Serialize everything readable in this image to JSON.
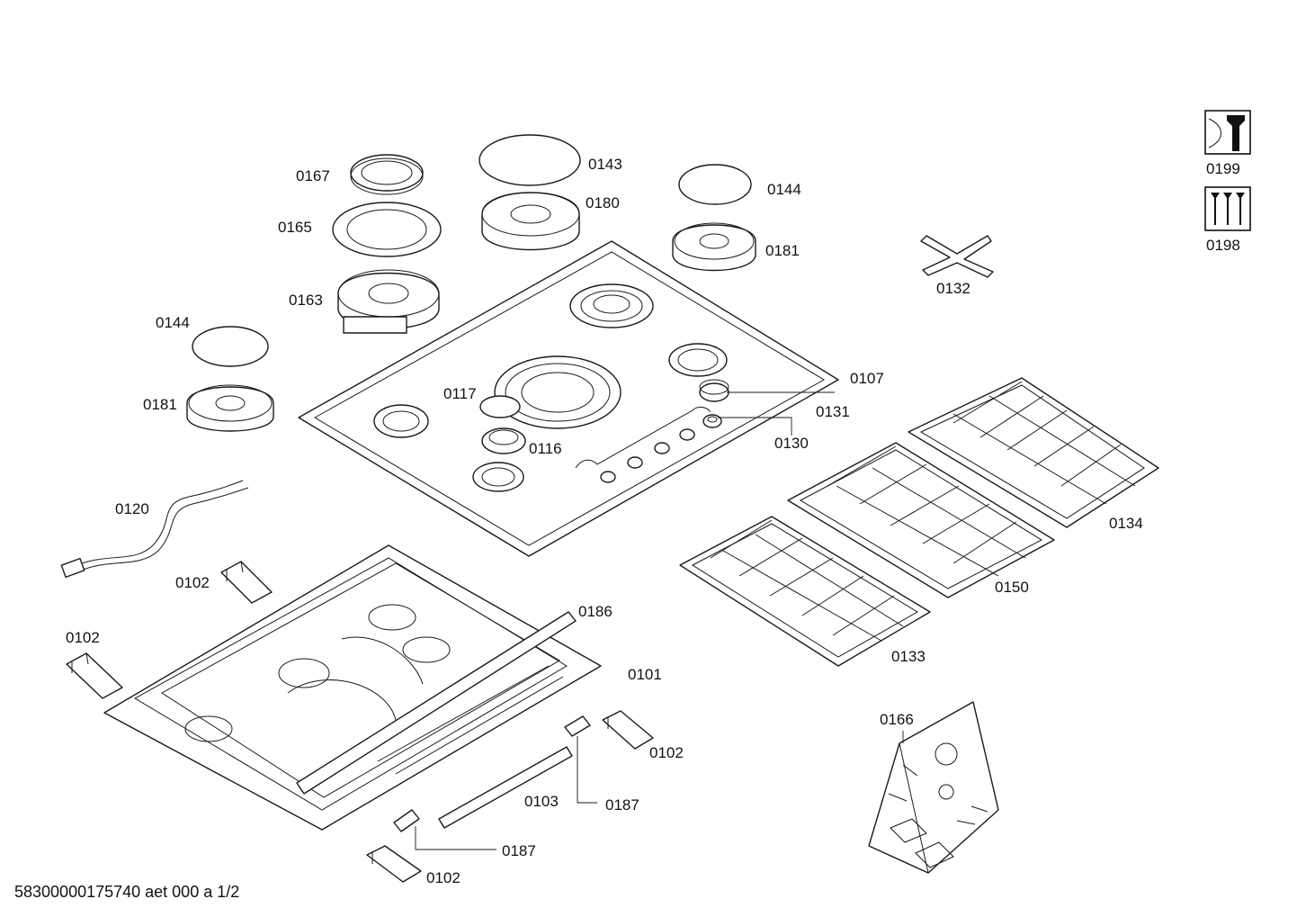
{
  "labels": {
    "p0167": "0167",
    "p0165": "0165",
    "p0163": "0163",
    "p0143": "0143",
    "p0180": "0180",
    "p0144a": "0144",
    "p0181a": "0181",
    "p0144b": "0144",
    "p0181b": "0181",
    "p0199": "0199",
    "p0198": "0198",
    "p0132": "0132",
    "p0117": "0117",
    "p0116": "0116",
    "p0107": "0107",
    "p0131": "0131",
    "p0130": "0130",
    "p0134": "0134",
    "p0150": "0150",
    "p0133": "0133",
    "p0120": "0120",
    "p0102a": "0102",
    "p0102b": "0102",
    "p0102c": "0102",
    "p0102d": "0102",
    "p0186": "0186",
    "p0101": "0101",
    "p0103": "0103",
    "p0187a": "0187",
    "p0187b": "0187",
    "p0166": "0166"
  },
  "footer": {
    "code": "58300000175740 aet 000 a 1/2"
  },
  "icons": {
    "service_kit": "wrench-icon",
    "screw_set": "screws-icon"
  },
  "colors": {
    "line": "#1a1a1a",
    "background": "#ffffff"
  }
}
